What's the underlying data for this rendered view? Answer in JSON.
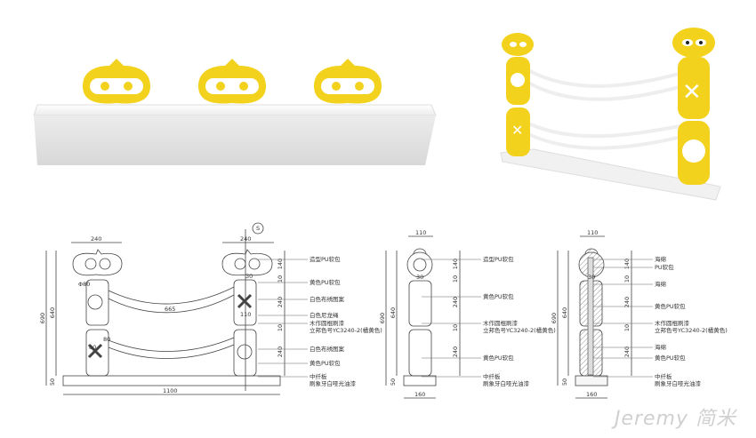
{
  "front_view": {
    "dims": {
      "head_width_left": "240",
      "head_width_right": "240",
      "total_height": "690",
      "post_height": "640",
      "base_height": "50",
      "total_width": "1100",
      "rope_length": "665",
      "post_hole": "110",
      "circle_dia": "Φ80",
      "cross_a": "80",
      "cross_b": "80",
      "cross_offset": "30",
      "right_dims": [
        "140",
        "10",
        "240",
        "10",
        "240"
      ]
    },
    "section_mark": "S",
    "labels": [
      "造型PU软包",
      "黄色PU软包",
      "白色布绣图案",
      "白色尼龙绳",
      "木作圆棍刷漆",
      "立邦色号YC3240-2(橘黄色)",
      "白色布绣图案",
      "黄色PU软包",
      "中纤板",
      "刷象牙白哑光油漆"
    ]
  },
  "side_view": {
    "dims": {
      "top_width": "110",
      "base_width": "160",
      "total_height": "690",
      "post_height": "640",
      "base_height": "50",
      "neck": "30",
      "right_dims": [
        "140",
        "10",
        "240",
        "10",
        "240"
      ]
    },
    "labels": [
      "造型PU软包",
      "黄色PU软包",
      "木作圆棍刷漆",
      "立邦色号YC3240-2(橘黄色)",
      "黄色PU软包",
      "中纤板",
      "刷象牙白哑光油漆"
    ]
  },
  "section_view": {
    "dims": {
      "top_width": "110",
      "base_width": "160",
      "total_height": "690",
      "post_height": "640",
      "base_height": "50",
      "neck": "30",
      "right_dims": [
        "140",
        "10",
        "240",
        "10",
        "240"
      ]
    },
    "labels": [
      "海绵",
      "PU软包",
      "海绵",
      "黄色PU软包",
      "木作圆棍刷漆",
      "立邦色号YC3240-2(橘黄色)",
      "海绵",
      "黄色PU软包",
      "中纤板",
      "刷象牙白哑光油漆"
    ]
  },
  "watermark": "Jeremy 简米",
  "colors": {
    "yellow": "#f2d21c",
    "white": "#f4f4f4",
    "line": "#444444"
  }
}
